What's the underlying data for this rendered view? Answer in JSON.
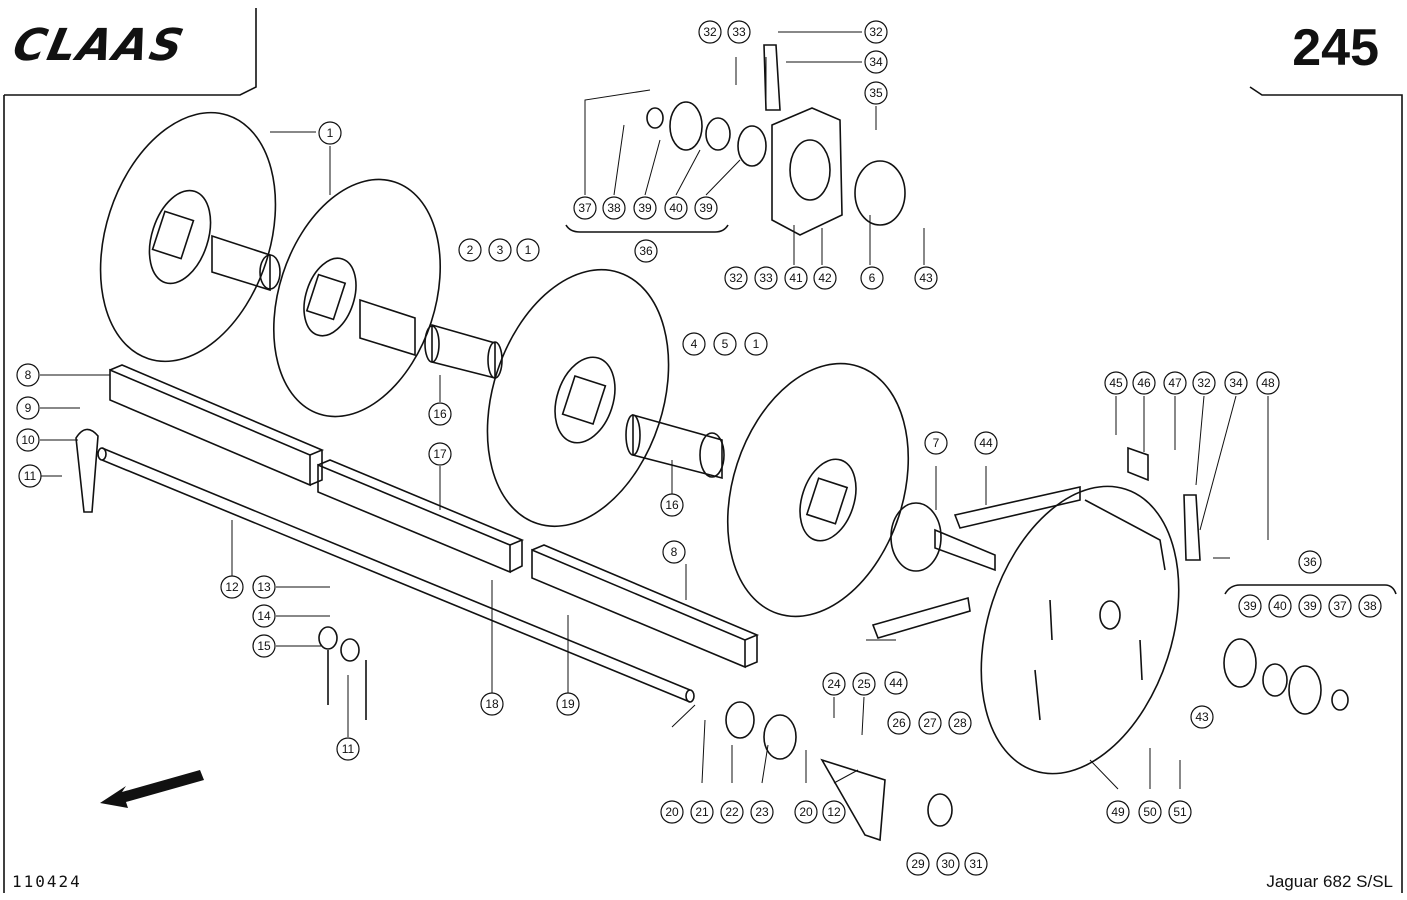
{
  "header": {
    "brand": "CLAAS",
    "page_number": "245"
  },
  "footer": {
    "document_number": "110424",
    "model": "Jaguar 682 S/SL"
  },
  "callouts": [
    {
      "id": "c32a",
      "label": "32"
    },
    {
      "id": "c33a",
      "label": "33"
    },
    {
      "id": "c32b",
      "label": "32"
    },
    {
      "id": "c34a",
      "label": "34"
    },
    {
      "id": "c35",
      "label": "35"
    },
    {
      "id": "c37a",
      "label": "37"
    },
    {
      "id": "c38a",
      "label": "38"
    },
    {
      "id": "c39a",
      "label": "39"
    },
    {
      "id": "c40a",
      "label": "40"
    },
    {
      "id": "c39b",
      "label": "39"
    },
    {
      "id": "c36a",
      "label": "36"
    },
    {
      "id": "c32c",
      "label": "32"
    },
    {
      "id": "c33b",
      "label": "33"
    },
    {
      "id": "c41",
      "label": "41"
    },
    {
      "id": "c42",
      "label": "42"
    },
    {
      "id": "c6",
      "label": "6"
    },
    {
      "id": "c43a",
      "label": "43"
    },
    {
      "id": "c1a",
      "label": "1"
    },
    {
      "id": "c2",
      "label": "2"
    },
    {
      "id": "c3",
      "label": "3"
    },
    {
      "id": "c1b",
      "label": "1"
    },
    {
      "id": "c4",
      "label": "4"
    },
    {
      "id": "c5",
      "label": "5"
    },
    {
      "id": "c1c",
      "label": "1"
    },
    {
      "id": "c8a",
      "label": "8"
    },
    {
      "id": "c9",
      "label": "9"
    },
    {
      "id": "c10",
      "label": "10"
    },
    {
      "id": "c11a",
      "label": "11"
    },
    {
      "id": "c16a",
      "label": "16"
    },
    {
      "id": "c17",
      "label": "17"
    },
    {
      "id": "c16b",
      "label": "16"
    },
    {
      "id": "c7",
      "label": "7"
    },
    {
      "id": "c44a",
      "label": "44"
    },
    {
      "id": "c45",
      "label": "45"
    },
    {
      "id": "c46",
      "label": "46"
    },
    {
      "id": "c47",
      "label": "47"
    },
    {
      "id": "c32d",
      "label": "32"
    },
    {
      "id": "c34b",
      "label": "34"
    },
    {
      "id": "c48",
      "label": "48"
    },
    {
      "id": "c12a",
      "label": "12"
    },
    {
      "id": "c13",
      "label": "13"
    },
    {
      "id": "c14",
      "label": "14"
    },
    {
      "id": "c15",
      "label": "15"
    },
    {
      "id": "c11b",
      "label": "11"
    },
    {
      "id": "c18",
      "label": "18"
    },
    {
      "id": "c19",
      "label": "19"
    },
    {
      "id": "c8b",
      "label": "8"
    },
    {
      "id": "c36b",
      "label": "36"
    },
    {
      "id": "c39c",
      "label": "39"
    },
    {
      "id": "c40b",
      "label": "40"
    },
    {
      "id": "c39d",
      "label": "39"
    },
    {
      "id": "c37b",
      "label": "37"
    },
    {
      "id": "c38b",
      "label": "38"
    },
    {
      "id": "c44b",
      "label": "44"
    },
    {
      "id": "c24",
      "label": "24"
    },
    {
      "id": "c25",
      "label": "25"
    },
    {
      "id": "c26",
      "label": "26"
    },
    {
      "id": "c27",
      "label": "27"
    },
    {
      "id": "c28",
      "label": "28"
    },
    {
      "id": "c43b",
      "label": "43"
    },
    {
      "id": "c20a",
      "label": "20"
    },
    {
      "id": "c21",
      "label": "21"
    },
    {
      "id": "c22",
      "label": "22"
    },
    {
      "id": "c23",
      "label": "23"
    },
    {
      "id": "c20b",
      "label": "20"
    },
    {
      "id": "c12b",
      "label": "12"
    },
    {
      "id": "c29",
      "label": "29"
    },
    {
      "id": "c30",
      "label": "30"
    },
    {
      "id": "c31",
      "label": "31"
    },
    {
      "id": "c49",
      "label": "49"
    },
    {
      "id": "c50",
      "label": "50"
    },
    {
      "id": "c51",
      "label": "51"
    }
  ]
}
